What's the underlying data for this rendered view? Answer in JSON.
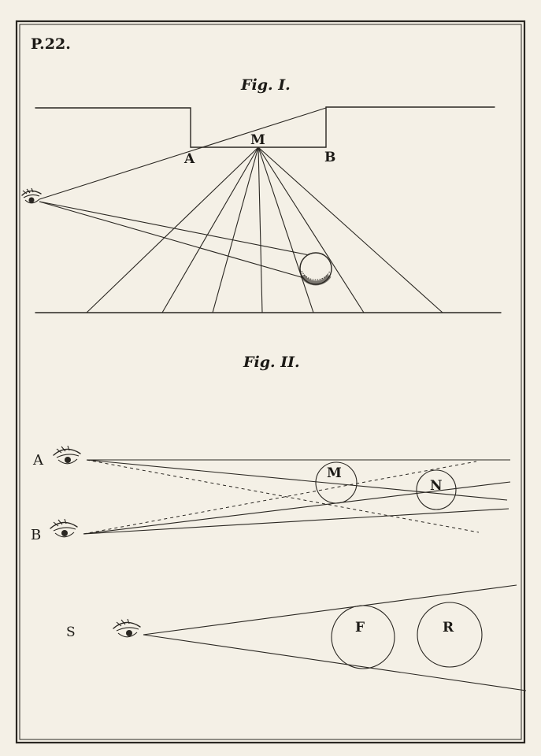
{
  "plate": {
    "page_ref": "P.22.",
    "paper_color": "#f4f0e6",
    "ink_color": "#2a2722"
  },
  "fig1": {
    "title": "Fig. I.",
    "labels": {
      "a": "A",
      "m": "M",
      "b": "B"
    },
    "icons": [
      "eye-icon",
      "ball-icon"
    ]
  },
  "fig2": {
    "title": "Fig. II.",
    "labels": {
      "a": "A",
      "b": "B",
      "m": "M",
      "n": "N",
      "s": "S",
      "f": "F",
      "r": "R"
    },
    "icons": [
      "eye-icon"
    ]
  }
}
